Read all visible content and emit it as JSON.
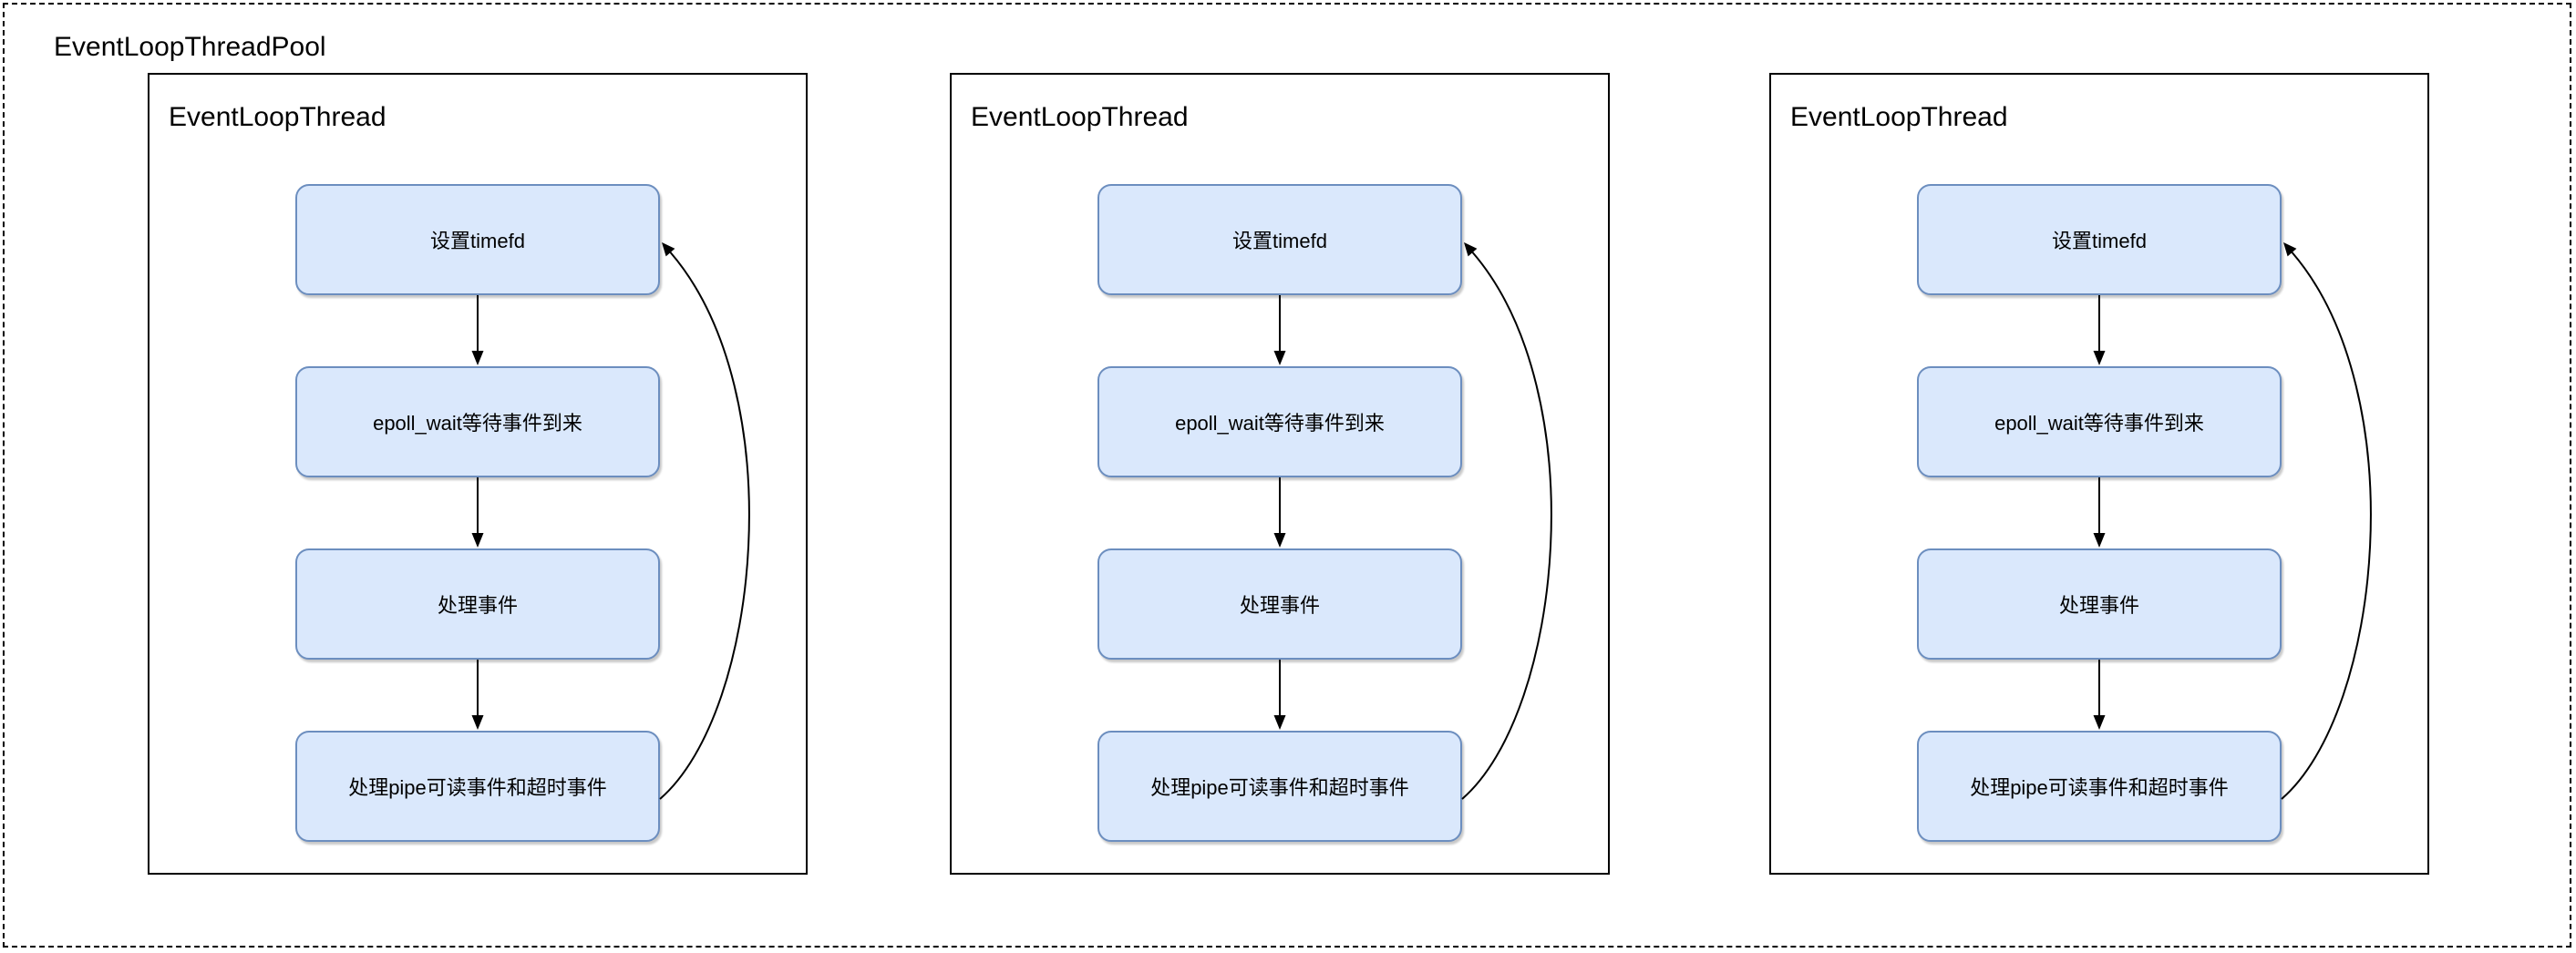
{
  "diagram": {
    "title": "EventLoopThreadPool",
    "colors": {
      "node_fill": "#dae8fc",
      "node_border": "#6c8ebf",
      "line": "#000000"
    },
    "threads": [
      {
        "title": "EventLoopThread",
        "steps": [
          "设置timefd",
          "epoll_wait等待事件到来",
          "处理事件",
          "处理pipe可读事件和超时事件"
        ]
      },
      {
        "title": "EventLoopThread",
        "steps": [
          "设置timefd",
          "epoll_wait等待事件到来",
          "处理事件",
          "处理pipe可读事件和超时事件"
        ]
      },
      {
        "title": "EventLoopThread",
        "steps": [
          "设置timefd",
          "epoll_wait等待事件到来",
          "处理事件",
          "处理pipe可读事件和超时事件"
        ]
      }
    ]
  }
}
